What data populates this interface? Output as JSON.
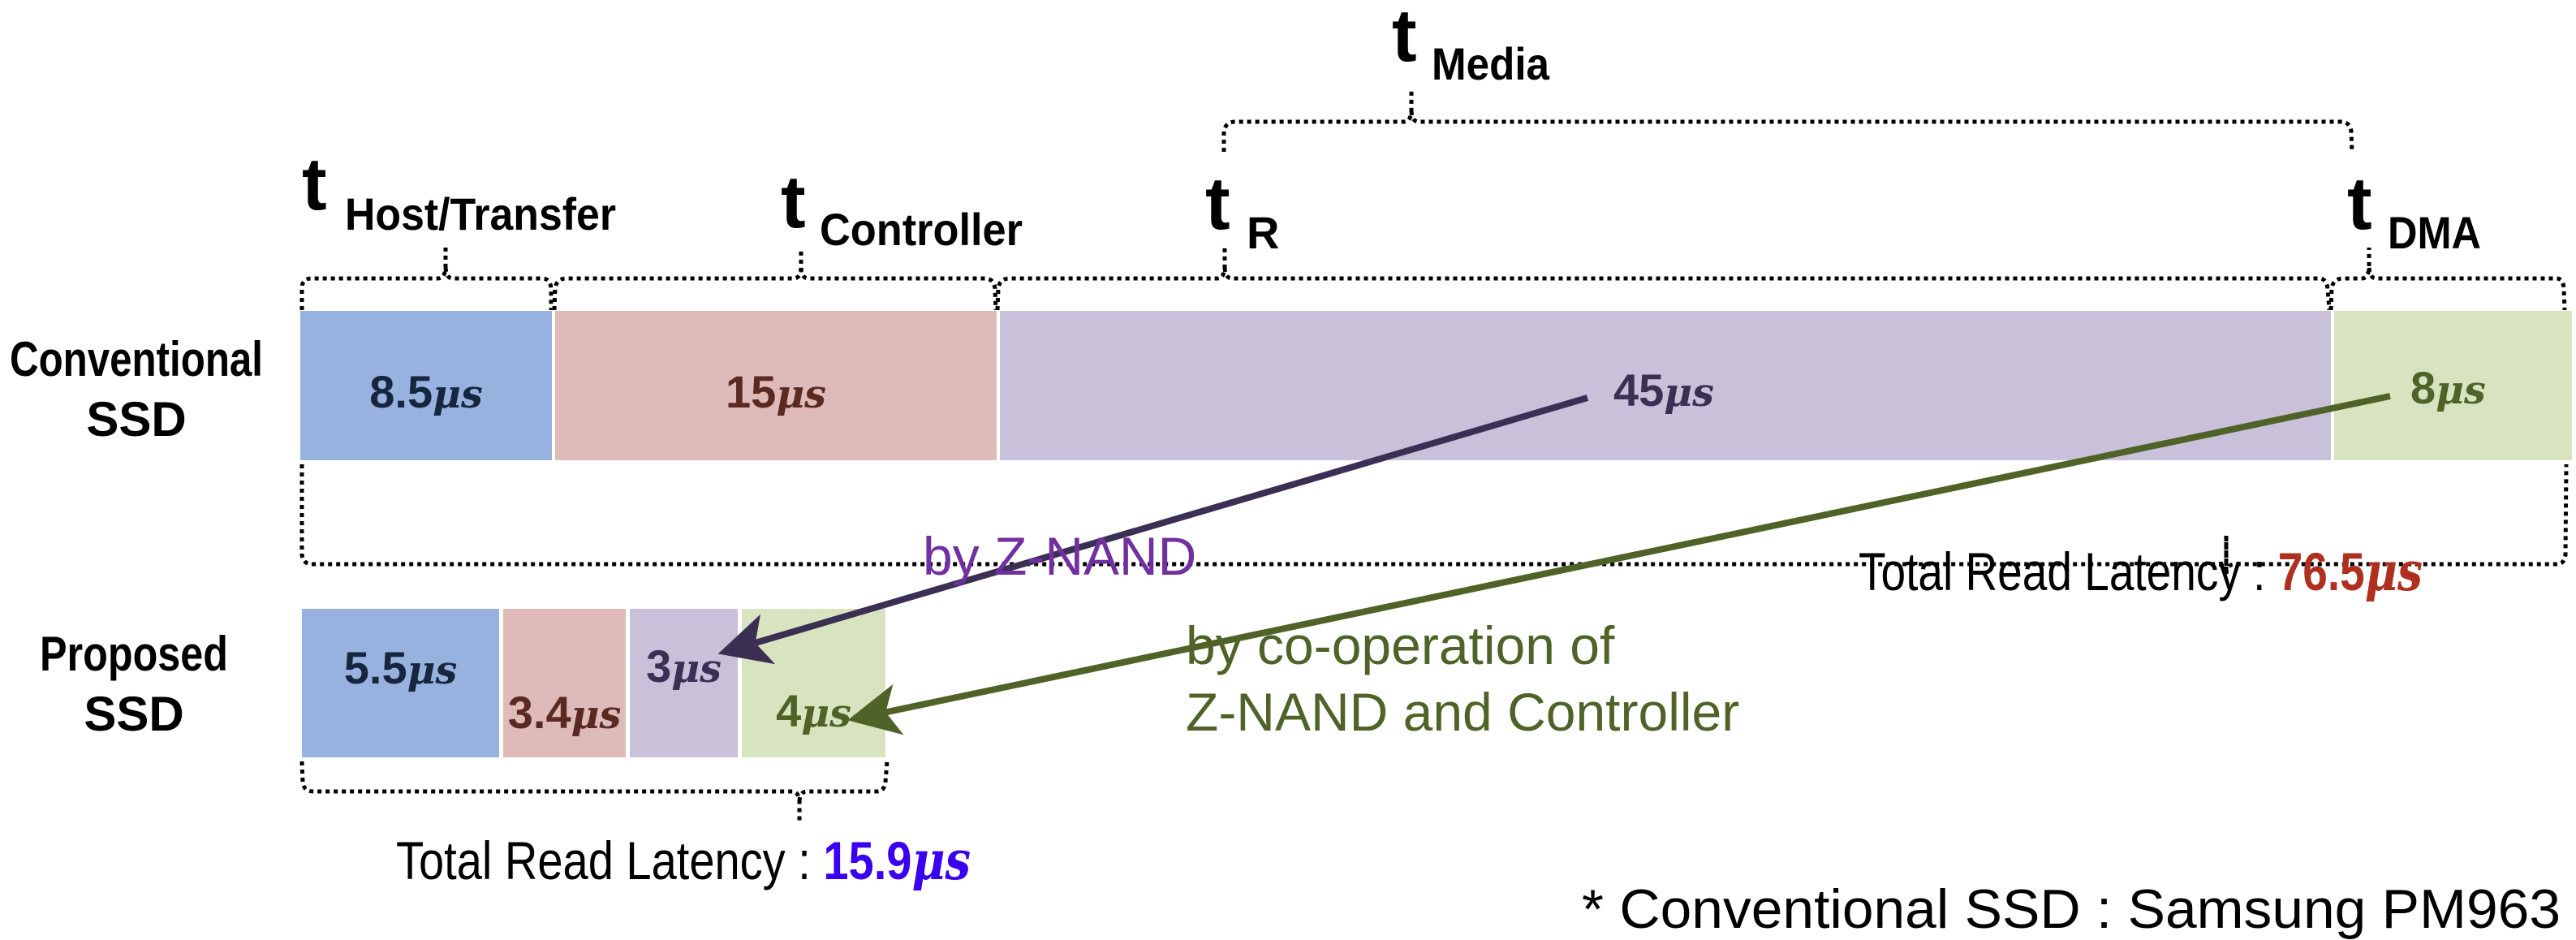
{
  "labels": {
    "conventional_line1": "Conventional",
    "conventional_line2": "SSD",
    "proposed_line1": "Proposed",
    "proposed_line2": "SSD"
  },
  "phases": {
    "host": {
      "t": "t",
      "sub": "Host/Transfer"
    },
    "controller": {
      "t": "t",
      "sub": "Controller"
    },
    "r": {
      "t": "t",
      "sub": "R"
    },
    "dma": {
      "t": "t",
      "sub": "DMA"
    },
    "media": {
      "t": "t",
      "sub": "Media"
    }
  },
  "unit": "μs",
  "conventional": {
    "segments": [
      {
        "phase": "host",
        "value": 8.5,
        "label": "8.5",
        "color": "#97B2DF",
        "text_color": "#17263F"
      },
      {
        "phase": "controller",
        "value": 15,
        "label": "15",
        "color": "#DEBAB8",
        "text_color": "#5A2A22"
      },
      {
        "phase": "r",
        "value": 45,
        "label": "45",
        "color": "#C9C0D9",
        "text_color": "#3C2F54"
      },
      {
        "phase": "dma",
        "value": 8,
        "label": "8",
        "color": "#D8E4C0",
        "text_color": "#4F6228"
      }
    ],
    "total_prefix": "Total Read Latency : ",
    "total_value": "76.5",
    "total_color": "#B03020"
  },
  "proposed": {
    "segments": [
      {
        "phase": "host",
        "value": 5.5,
        "label": "5.5",
        "color": "#97B2DF",
        "text_color": "#17263F"
      },
      {
        "phase": "controller",
        "value": 3.4,
        "label": "3.4",
        "color": "#DEBAB8",
        "text_color": "#5A2A22"
      },
      {
        "phase": "r",
        "value": 3,
        "label": "3",
        "color": "#C9C0D9",
        "text_color": "#3C2F54"
      },
      {
        "phase": "dma",
        "value": 4,
        "label": "4",
        "color": "#D8E4C0",
        "text_color": "#4F6228"
      }
    ],
    "total_prefix": "Total Read Latency : ",
    "total_value": "15.9",
    "total_color": "#3A00F0"
  },
  "annotations": {
    "znand": {
      "text": "by Z-NAND",
      "color": "#7030A0",
      "arrow_color": "#3C2F54"
    },
    "coop": {
      "line1": "by co-operation of",
      "line2": "Z-NAND and Controller",
      "color": "#4F6228",
      "arrow_color": "#4F6228"
    }
  },
  "footnote": "* Conventional SSD : Samsung PM963"
}
